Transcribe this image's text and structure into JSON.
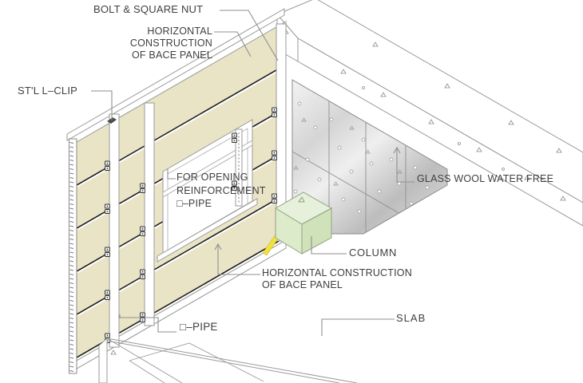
{
  "labels": {
    "bolt_square_nut": "BOLT & SQUARE NUT",
    "horizontal_construction_top": "HORIZONTAL CONSTRUCTION\nOF BACE PANEL",
    "stl_l_clip": "ST'L L–CLIP",
    "opening_reinforcement": "FOR OPENING\nREINFORCEMENT\n□–PIPE",
    "glass_wool": "GLASS WOOL WATER FREE",
    "column": "COLUMN",
    "horizontal_construction_bottom": "HORIZONTAL CONSTRUCTION\nOF BACE PANEL",
    "pipe": "□–PIPE",
    "slab": "SLAB"
  },
  "colors": {
    "panel_beige": "#e9e4c6",
    "joint_dark": "#1d1d1d",
    "outline_gray": "#9a9a9a",
    "glass_wool_light": "#f2f2f2",
    "glass_wool_dark": "#bdbdbd",
    "column_green_top": "#e6f0da",
    "column_green_left": "#dcebc9",
    "column_green_right": "#d0e2ba",
    "sealant_yellow": "#f1e13e",
    "label_text": "#3f3f3f"
  }
}
